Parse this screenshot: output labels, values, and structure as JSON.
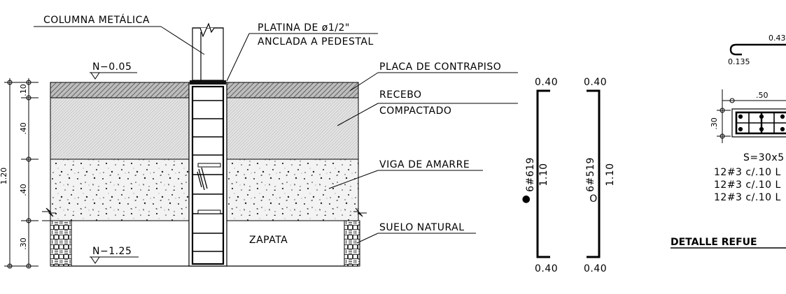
{
  "section": {
    "labels": {
      "columna": "COLUMNA METÁLICA",
      "platina_1": "PLATINA DE ø1/2\"",
      "platina_2": "ANCLADA A PEDESTAL",
      "placa": "PLACA DE CONTRAPISO",
      "recebo_1": "RECEBO",
      "recebo_2": "COMPACTADO",
      "viga": "VIGA DE AMARRE",
      "suelo": "SUELO NATURAL",
      "zapata": "ZAPATA",
      "nivel_top": "N−0.05",
      "nivel_bottom": "N−1.25"
    },
    "dims": {
      "d10": ".10",
      "d40a": ".40",
      "d40b": ".40",
      "d30": ".30",
      "total": "1.20"
    }
  },
  "bars": [
    {
      "top": "0.40",
      "bottom": "0.40",
      "label": "6#619",
      "length": "1.10",
      "symbol": "●"
    },
    {
      "top": "0.40",
      "bottom": "0.40",
      "label": "6#519",
      "length": "1.10",
      "symbol": "O"
    }
  ],
  "detail": {
    "hook_len": "0.43",
    "hook_end": "0.135",
    "width": ".50",
    "height": ".30",
    "section": "S=30x5",
    "stirrups": [
      "12#3 c/.10 L",
      "12#3 c/.10 L",
      "12#3 c/.10 L"
    ],
    "title": "DETALLE REFUE"
  }
}
